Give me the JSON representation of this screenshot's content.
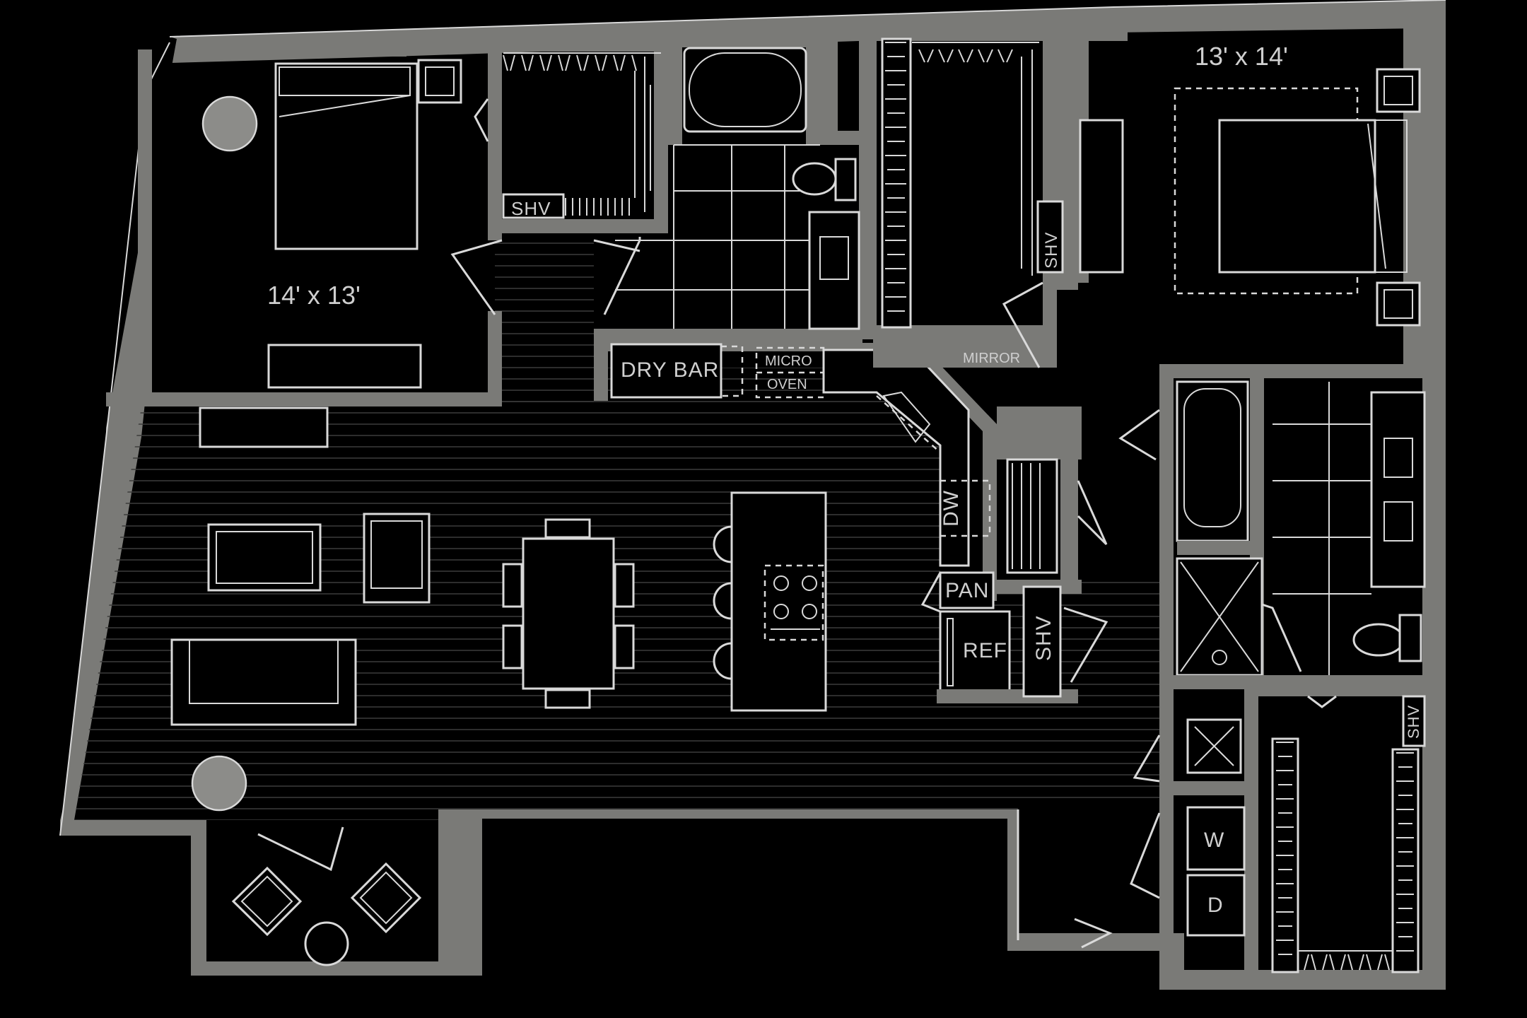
{
  "plan": {
    "rooms": {
      "bedroom_left": {
        "dimension": "14' x 13'"
      },
      "bedroom_right": {
        "dimension": "13' x 14'"
      }
    },
    "labels": {
      "shv_left": "SHV",
      "shv_center": "SHV",
      "shv_hall": "SHV",
      "shv_right": "SHV",
      "dry_bar": "DRY BAR",
      "micro": "MICRO",
      "oven": "OVEN",
      "mirror": "MIRROR",
      "dw": "DW",
      "pan": "PAN",
      "ref": "REF",
      "washer": "W",
      "dryer": "D"
    }
  },
  "colors": {
    "background": "#000000",
    "wall": "#7a7a77",
    "line": "#d9d9d9"
  }
}
